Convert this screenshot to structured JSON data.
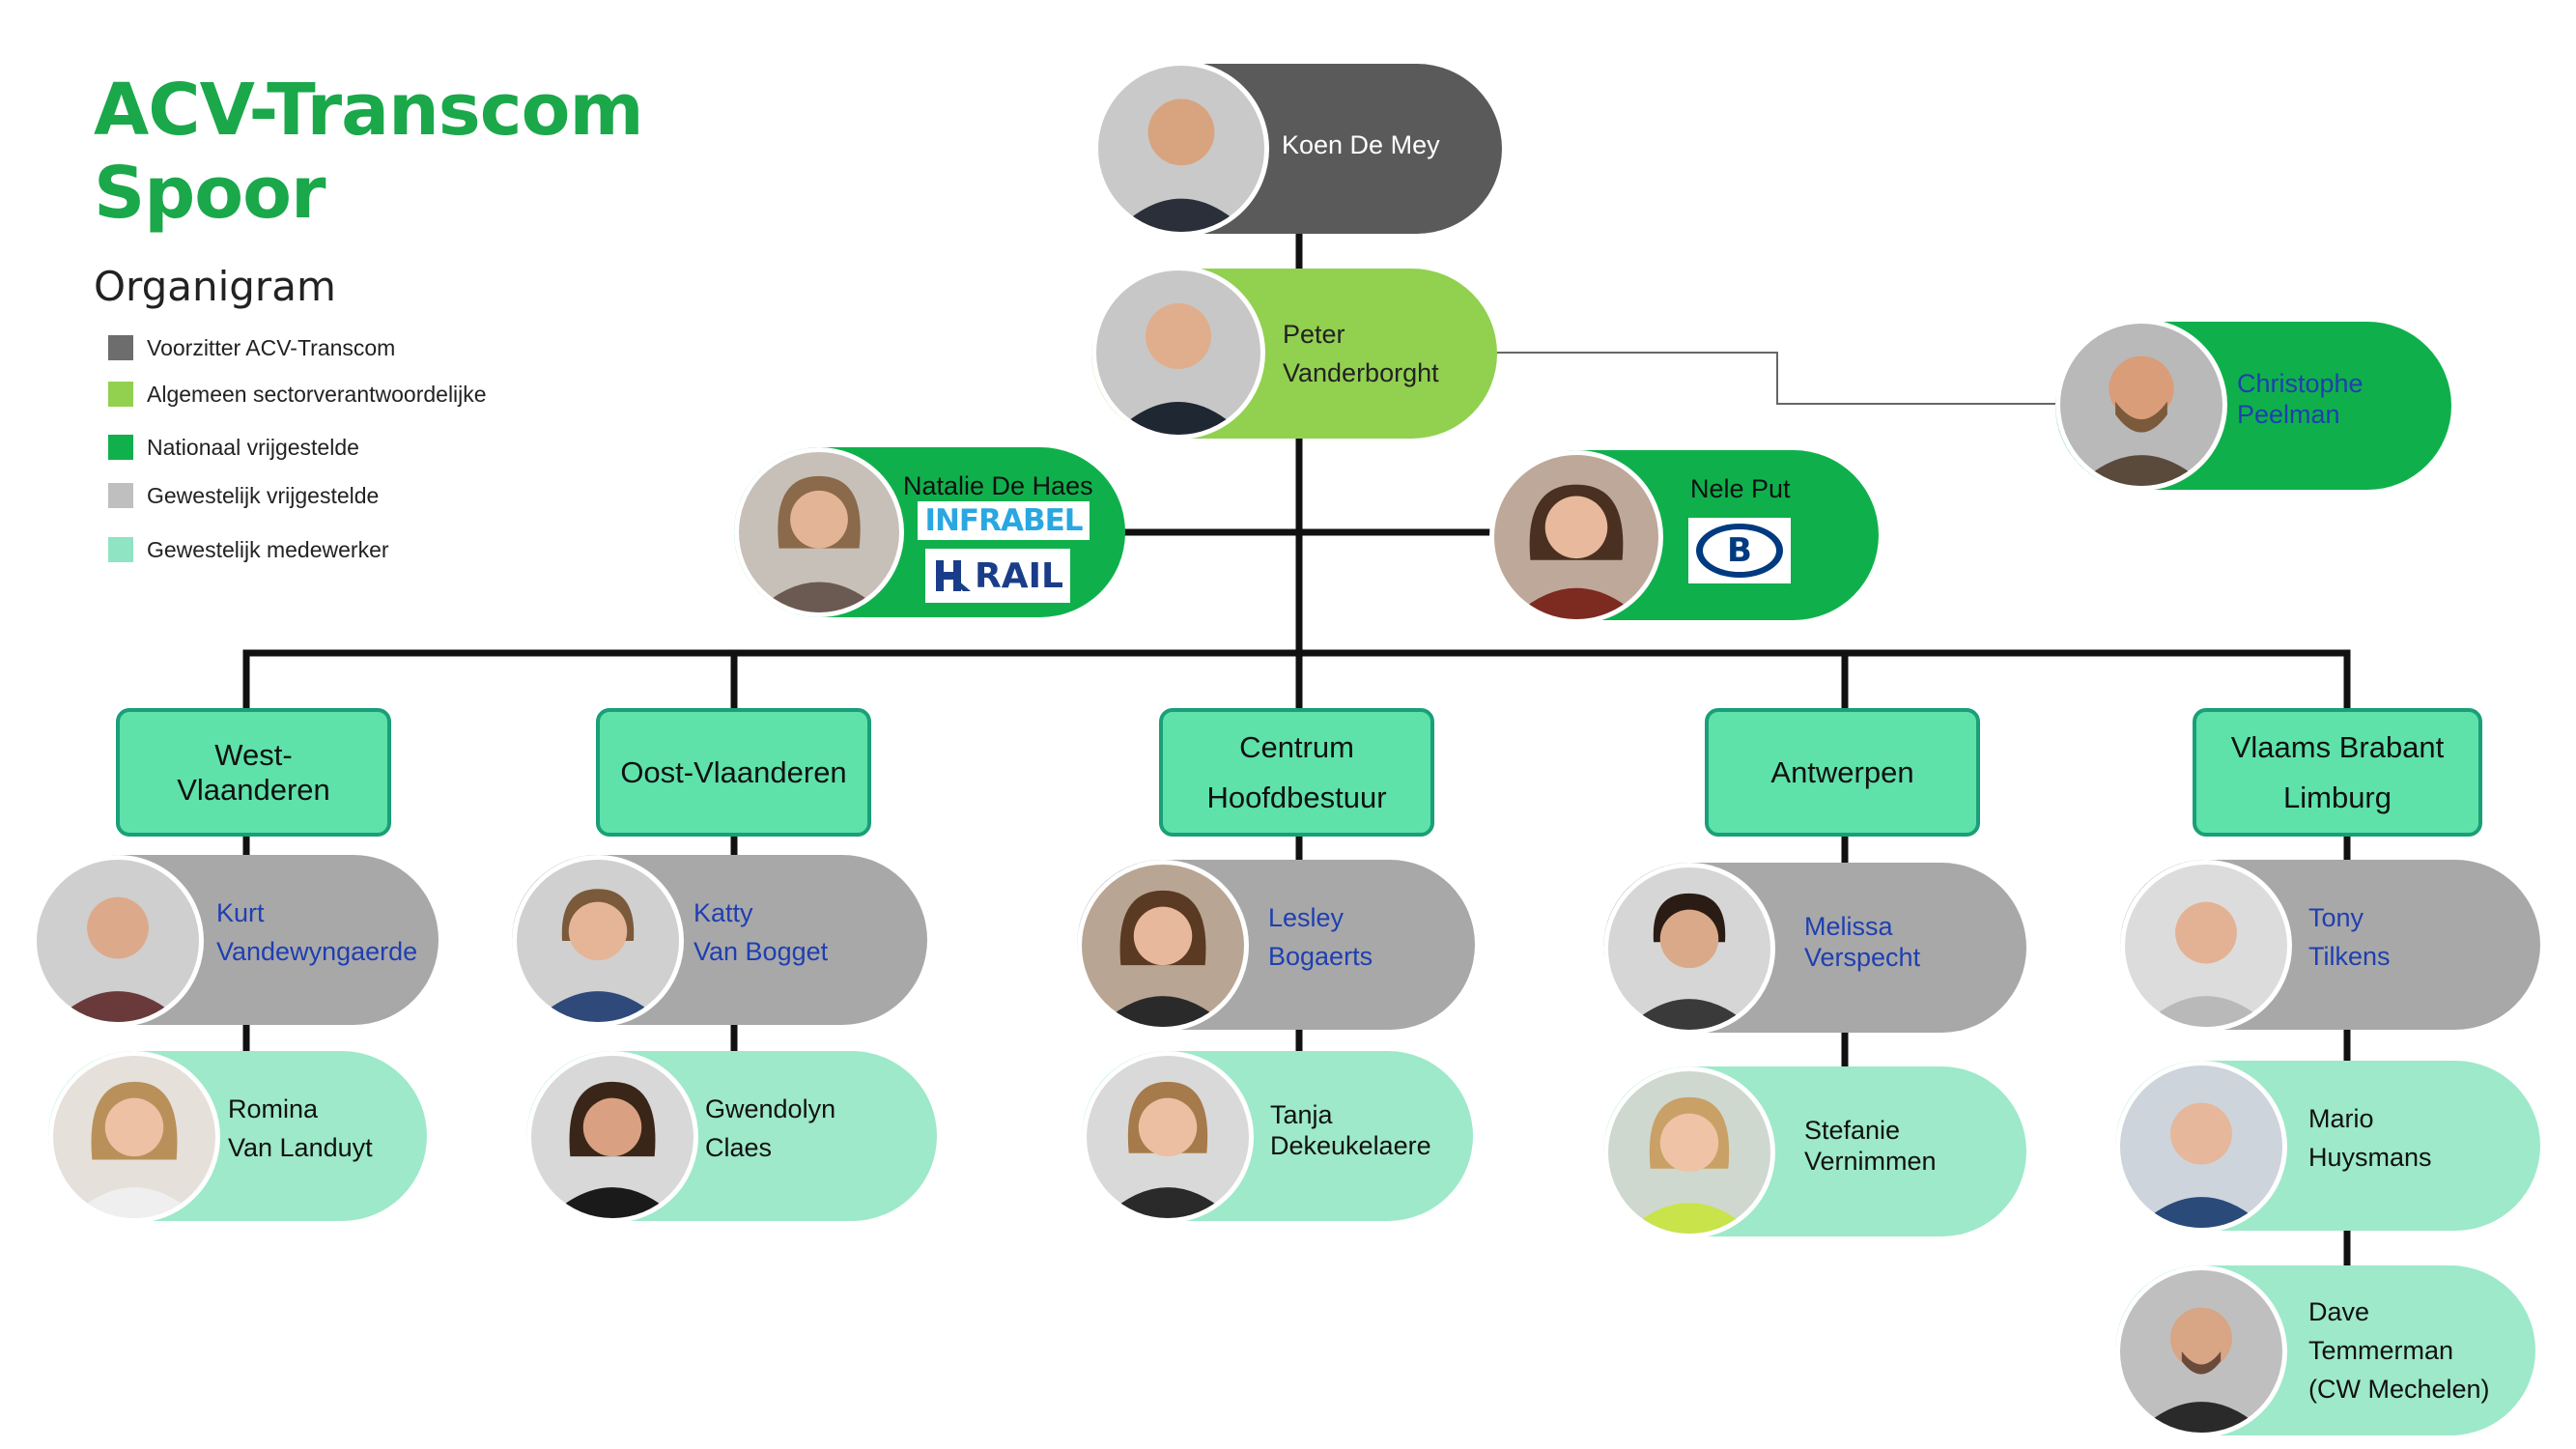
{
  "header": {
    "title_line1": "ACV-Transcom",
    "title_line2": "Spoor",
    "subtitle": "Organigram"
  },
  "legend": [
    {
      "label": "Voorzitter ACV-Transcom",
      "color": "#6d6d6d"
    },
    {
      "label": "Algemeen sectorverantwoordelijke",
      "color": "#92d050"
    },
    {
      "label": "Nationaal vrijgestelde",
      "color": "#10b04c"
    },
    {
      "label": "Gewestelijk vrijgestelde",
      "color": "#bfbfbf"
    },
    {
      "label": "Gewestelijk medewerker",
      "color": "#8fe5c3"
    }
  ],
  "colors": {
    "voorzitter": "#5a5a5a",
    "sector": "#92d050",
    "nationaal": "#0fb04c",
    "gewestelijk_vrij": "#a8a8a8",
    "gewestelijk_mede": "#9de9ca",
    "region_box": "#5ee2aa",
    "region_border": "#1a9f78",
    "title_green": "#1aa84a",
    "blue_name": "#1f3fb0"
  },
  "people": {
    "koen": {
      "line1": "Koen De Mey",
      "line2": ""
    },
    "peter": {
      "line1": "Peter",
      "line2": "Vanderborght"
    },
    "christophe": {
      "line1": "Christophe",
      "line2": "Peelman"
    },
    "natalie": {
      "line1": "Natalie De Haes",
      "line2": ""
    },
    "nele": {
      "line1": "Nele Put",
      "line2": ""
    },
    "kurt": {
      "line1": "Kurt",
      "line2": "Vandewyngaerde"
    },
    "katty": {
      "line1": "Katty",
      "line2": "Van Bogget"
    },
    "lesley": {
      "line1": "Lesley",
      "line2": "Bogaerts"
    },
    "melissa": {
      "line1": "Melissa",
      "line2": "Verspecht"
    },
    "tony": {
      "line1": "Tony",
      "line2": "Tilkens"
    },
    "romina": {
      "line1": "Romina",
      "line2": "Van Landuyt"
    },
    "gwendolyn": {
      "line1": "Gwendolyn",
      "line2": "Claes"
    },
    "tanja": {
      "line1": "Tanja",
      "line2": "Dekeukelaere"
    },
    "stefanie": {
      "line1": "Stefanie",
      "line2": "Vernimmen"
    },
    "mario": {
      "line1": "Mario",
      "line2": "Huysmans"
    },
    "dave": {
      "line1": "Dave",
      "line2": "Temmerman",
      "line3": "(CW Mechelen)"
    }
  },
  "regions": {
    "west": {
      "line1": "West-",
      "line2": "Vlaanderen"
    },
    "oost": {
      "line1": "Oost-Vlaanderen",
      "line2": ""
    },
    "centrum": {
      "line1": "Centrum",
      "line2": "Hoofdbestuur"
    },
    "antwerpen": {
      "line1": "Antwerpen",
      "line2": ""
    },
    "vbl": {
      "line1": "Vlaams Brabant",
      "line2": "Limburg"
    }
  },
  "logos": {
    "infrabel": "INFRABEL",
    "hrrail": "RAIL",
    "nmbs": "B"
  }
}
